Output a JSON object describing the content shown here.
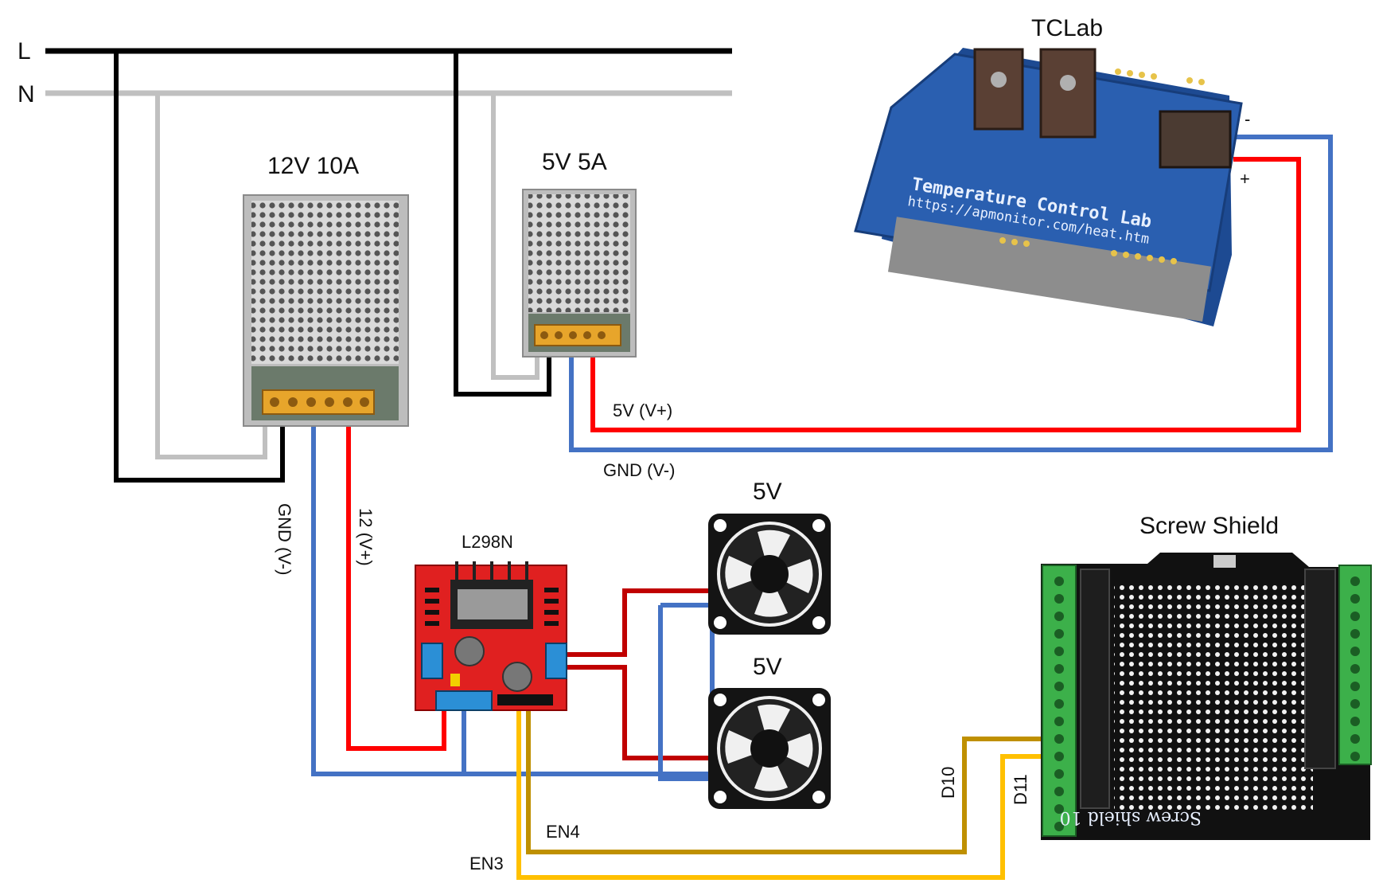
{
  "mains": {
    "line_label": "L",
    "neutral_label": "N"
  },
  "supply_12v": {
    "label": "12V 10A"
  },
  "supply_5v": {
    "label": "5V 5A"
  },
  "tclab": {
    "label": "TCLab",
    "board_text": "Temperature Control Lab",
    "board_url": "https://apmonitor.com/heat.htm",
    "plus": "+",
    "minus": "-"
  },
  "driver": {
    "label": "L298N"
  },
  "fans": [
    {
      "label": "5V"
    },
    {
      "label": "5V"
    }
  ],
  "shield": {
    "label": "Screw Shield",
    "board_text": "Screw shield 10"
  },
  "wires": {
    "v5_plus": "5V (V+)",
    "gnd_5v": "GND (V-)",
    "gnd_12v": "GND (V-)",
    "v12_plus": "12 (V+)",
    "en4": "EN4",
    "en3": "EN3",
    "d10": "D10",
    "d11": "D11"
  },
  "colors": {
    "live": "#000000",
    "neutral": "#c0c0c0",
    "positive": "#ff0000",
    "ground": "#4472c4",
    "fan_positive": "#c00000",
    "en4_wire": "#bf9000",
    "en3_wire": "#ffc000",
    "pcb_blue": "#2a5fb0",
    "driver_red": "#e02020",
    "shield_green": "#3cb04a"
  }
}
